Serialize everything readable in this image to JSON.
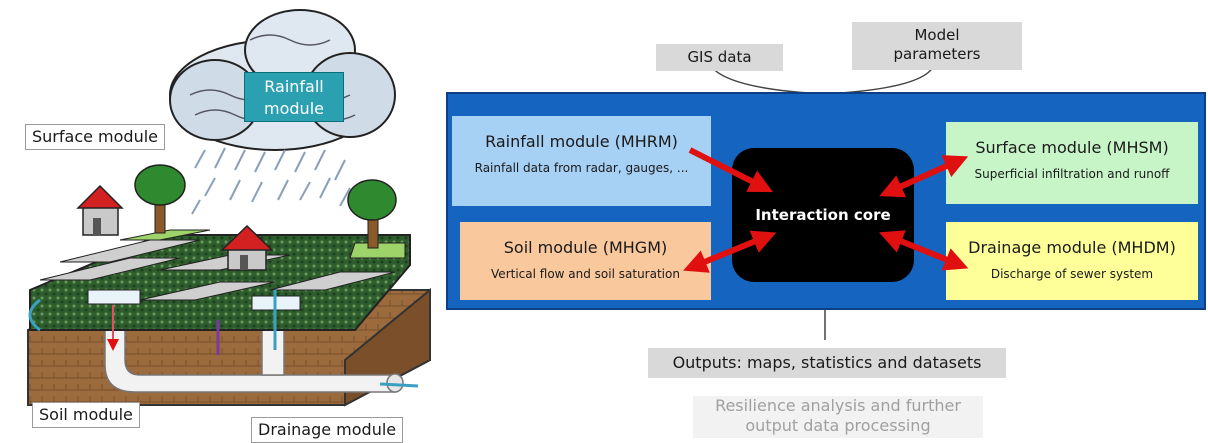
{
  "left_illustration": {
    "rainfall_label": "Rainfall\nmodule",
    "surface_label": "Surface module",
    "soil_label": "Soil module",
    "drainage_label": "Drainage module"
  },
  "inputs": {
    "gis": "GIS data",
    "model_params": "Model\nparameters"
  },
  "modules": {
    "rainfall": {
      "title": "Rainfall module (MHRM)",
      "subtitle": "Rainfall data from  radar, gauges, ...",
      "color": "#a7d0f5"
    },
    "soil": {
      "title": "Soil module (MHGM)",
      "subtitle": "Vertical flow and  soil saturation",
      "color": "#f9c89c"
    },
    "surface": {
      "title": "Surface module (MHSM)",
      "subtitle": "Superficial infiltration and runoff",
      "color": "#c8f5c8"
    },
    "drainage": {
      "title": "Drainage module (MHDM)",
      "subtitle": "Discharge of sewer system",
      "color": "#ffff99"
    }
  },
  "core": "Interaction core",
  "outputs": "Outputs: maps, statistics and datasets",
  "further": "Resilience analysis and further\noutput data processing",
  "colors": {
    "panel": "#1565c0",
    "arrow": "#e01010",
    "core": "#000000"
  }
}
